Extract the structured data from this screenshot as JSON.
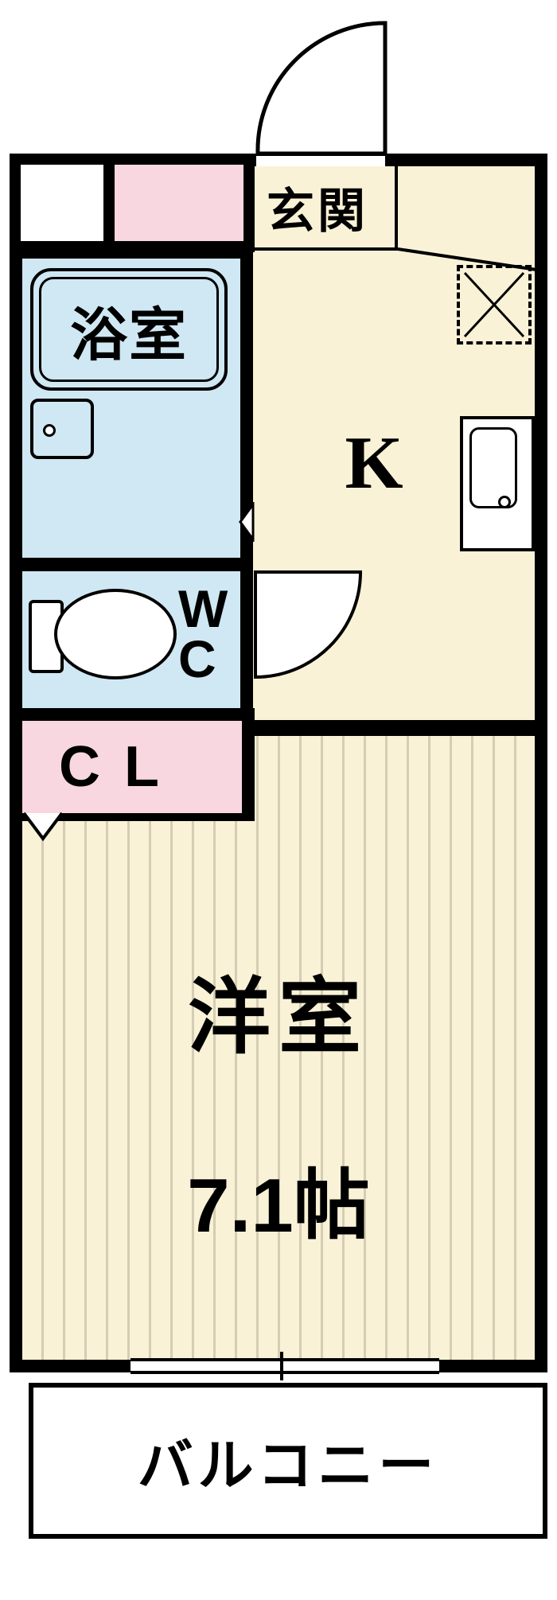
{
  "plan": {
    "entrance_label": "玄関",
    "bathroom_label": "浴室",
    "kitchen_label": "K",
    "wc_label_top": "W",
    "wc_label_bottom": "C",
    "closet_label": "CL",
    "room_label": "洋室",
    "room_size": "7.1帖",
    "balcony_label": "バルコニー",
    "colors": {
      "floor_cream": "#f9f2d6",
      "wet_area_blue": "#cfe8f3",
      "closet_pink": "#f8d7e0",
      "wall_black": "#000000",
      "flooring_stripe": "#d5cdb4"
    },
    "icons": {
      "entrance_door": "quarter-circle-swing-arc",
      "wc_door": "quarter-circle-swing-arc",
      "bathtub": "nested-rounded-rectangles",
      "washbasin": "rounded-square-with-faucet-dot",
      "toilet": "tank-and-oval-bowl",
      "kitchen_counter": "rectangle-with-sink-and-faucet-dot",
      "stove_space": "dashed-square-with-cross",
      "window": "double-line-opening-with-center-tick",
      "closet_door_mark": "chevron-notch",
      "bath_door_mark": "triangle-notch",
      "entrance_step": "diagonal-step-line"
    }
  }
}
